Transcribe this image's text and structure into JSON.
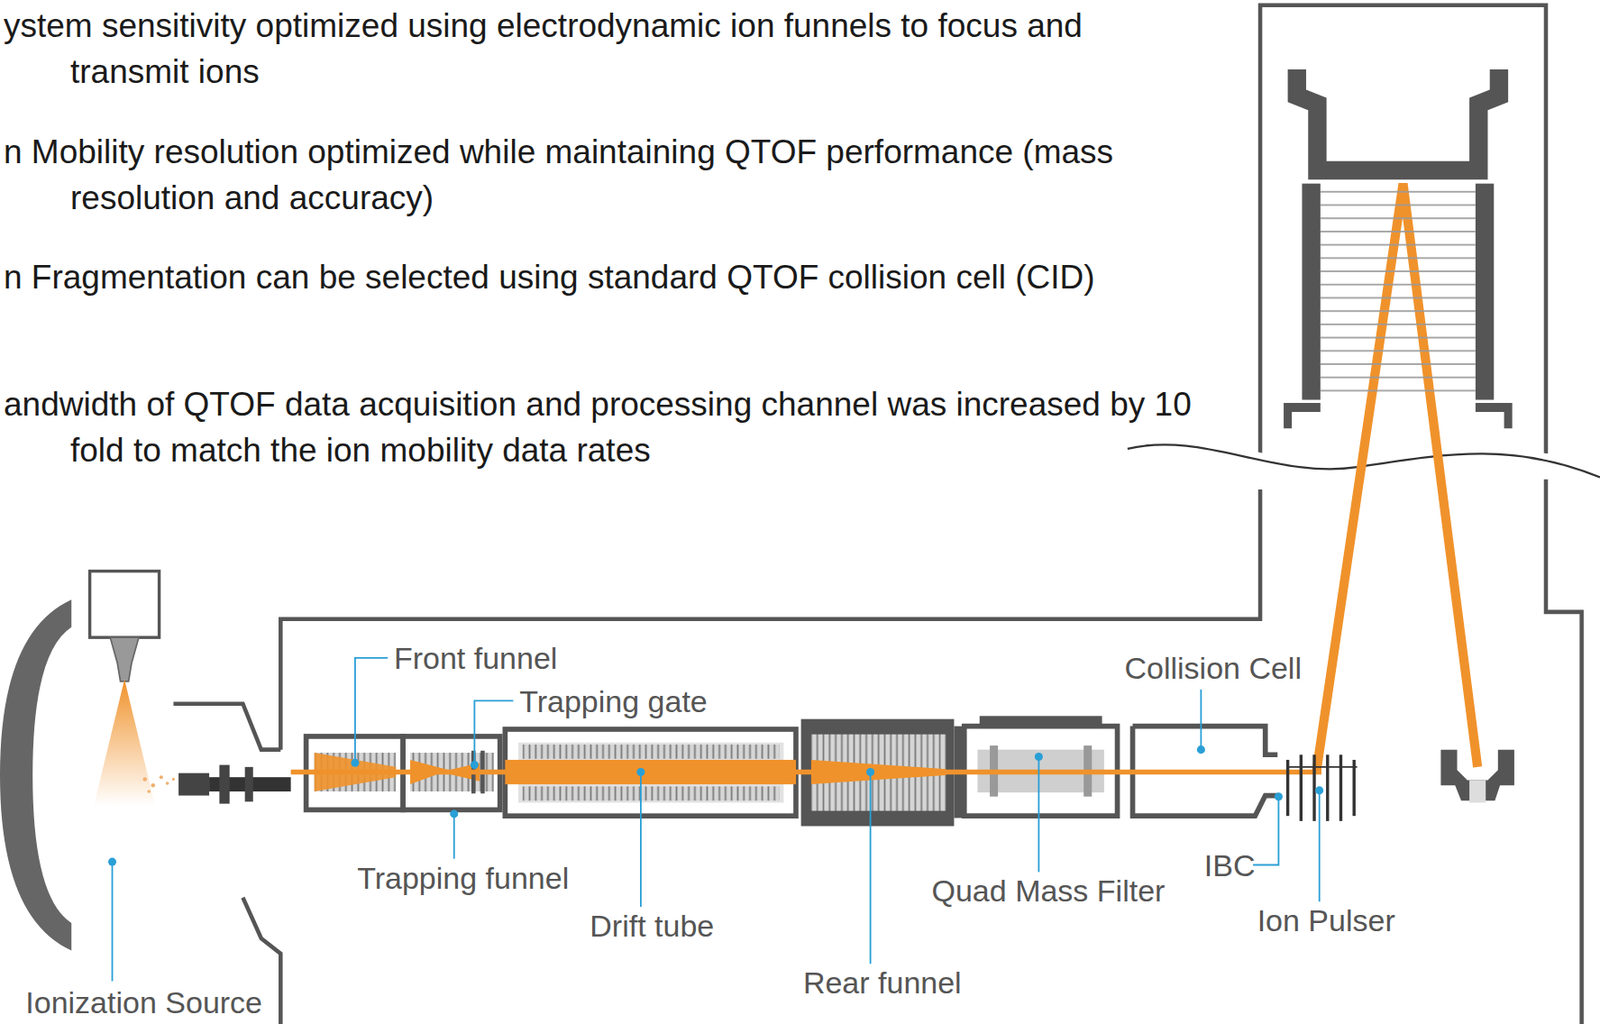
{
  "diagram": {
    "labels": [
      "ystem sensitivity optimized using electrodynamic ion funnels to focus and transmit ions",
      "n Mobility resolution optimized while maintaining QTOF performance (mass resolution and accuracy)",
      "n Fragmentation can be selected using standard QTOF collision cell (CID)",
      "andwidth of QTOF data acquisition and processing channel was increased by 10 fold to match the ion mobility data rates",
      "Front funnel",
      "Trapping gate",
      "Trapping funnel",
      "Drift tube",
      "Rear funnel",
      "Quad Mass Filter",
      "Collision Cell",
      "IBC",
      "Ion Pulser",
      "Ionization Source"
    ]
  }
}
